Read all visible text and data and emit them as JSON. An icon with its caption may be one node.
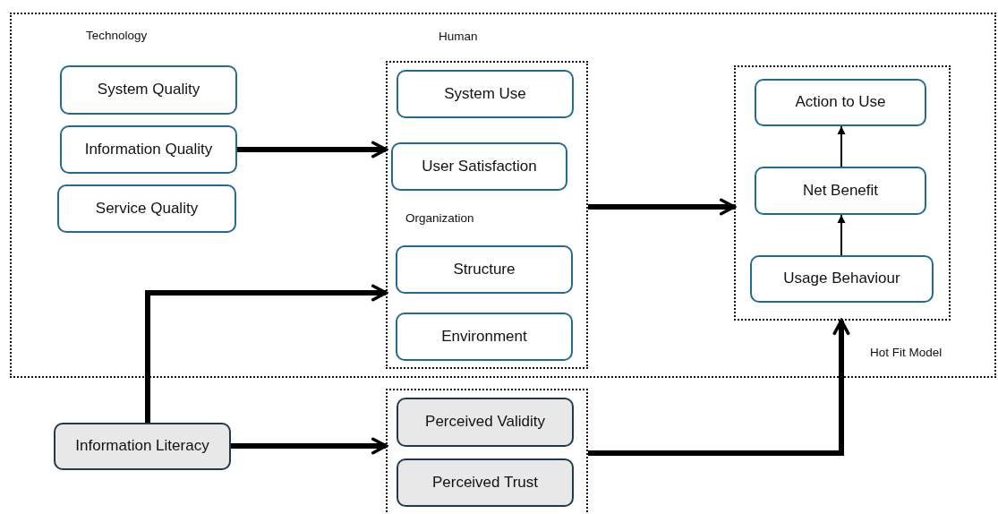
{
  "diagram": {
    "nodes": [
      {
        "text": [
          "Hot Fit Model"
        ]
      },
      {
        "text": [
          "System Quality"
        ],
        "in": 0
      },
      {
        "text": [
          "Information Quality"
        ],
        "in": 0
      },
      {
        "text": [
          "Service Quality"
        ],
        "in": 0
      },
      {
        "text": [
          "Human",
          "Organization"
        ],
        "in": 0
      },
      {
        "text": [
          "System Use"
        ],
        "in": 4
      },
      {
        "text": [
          "User Satisfaction"
        ],
        "in": 4
      },
      {
        "text": [
          "Structure"
        ],
        "in": 4
      },
      {
        "text": [
          "Environment"
        ],
        "in": 4
      },
      {
        "text": [],
        "shape": "box",
        "in": 0
      },
      {
        "text": [
          "Action to Use"
        ],
        "in": 9
      },
      {
        "text": [
          "Net Benefit"
        ],
        "in": 9
      },
      {
        "text": [
          "Usage Behaviour"
        ],
        "in": 9
      },
      {
        "text": [
          "Information Literacy"
        ]
      },
      {
        "text": [],
        "shape": "box"
      },
      {
        "text": [
          "Perceived Validity"
        ],
        "in": 14
      },
      {
        "text": [
          "Perceived Trust"
        ],
        "in": 14
      }
    ],
    "edges": [
      {
        "from": 2,
        "to": 4,
        "arrow": "to"
      },
      {
        "from": 4,
        "to": 9,
        "arrow": "to"
      },
      {
        "from": 13,
        "to": 4,
        "arrow": "to"
      },
      {
        "from": 13,
        "to": 14,
        "arrow": "to"
      },
      {
        "from": 14,
        "to": 9,
        "arrow": "to"
      },
      {
        "from": 12,
        "to": 11,
        "arrow": "to"
      },
      {
        "from": 11,
        "to": 10,
        "arrow": "to"
      }
    ],
    "labels": [
      "Technology"
    ]
  }
}
